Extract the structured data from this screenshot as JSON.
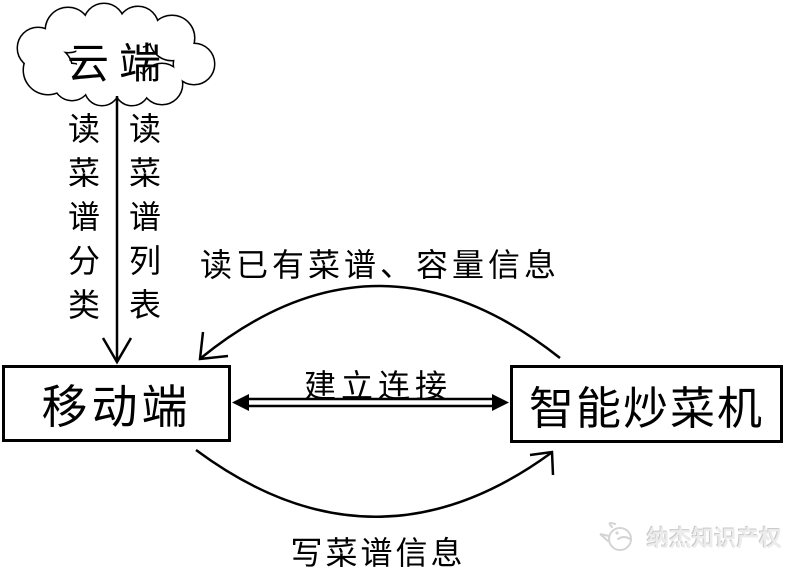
{
  "diagram": {
    "background_color": "#ffffff",
    "line_color": "#000000",
    "cloud": {
      "label": "云端"
    },
    "cloud_to_mobile_arrow": {
      "left_label": "读菜谱分类",
      "right_label": "读菜谱列表"
    },
    "nodes": {
      "mobile": {
        "label": "移动端"
      },
      "cooker": {
        "label": "智能炒菜机"
      }
    },
    "connections": {
      "read_existing": {
        "label": "读已有菜谱、容量信息",
        "direction": "cooker-to-mobile"
      },
      "establish": {
        "label": "建立连接",
        "direction": "bidirectional"
      },
      "write_recipe": {
        "label": "写菜谱信息",
        "direction": "mobile-to-cooker"
      }
    },
    "watermark": {
      "text": "纳杰知识产权",
      "icon": "bird-logo-icon",
      "color": "#d9d9d9"
    }
  }
}
